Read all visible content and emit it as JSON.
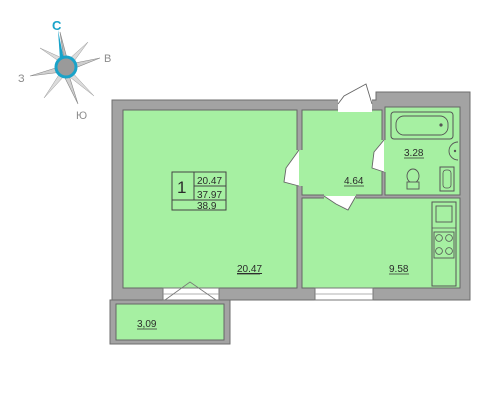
{
  "compass": {
    "north": "С",
    "east": "В",
    "west": "З",
    "south": "Ю",
    "ring_color": "#1aa3c9"
  },
  "apartment": {
    "rooms_count": "1",
    "living_area": "20.47",
    "total_area": "37.97",
    "total_with_balcony": "38.9"
  },
  "rooms": {
    "living_room_area": "20.47",
    "hallway_area": "4.64",
    "bathroom_area": "3.28",
    "kitchen_area": "9.58",
    "balcony_area": "3,09"
  },
  "colors": {
    "room_fill": "#a6f0a2",
    "wall": "#a3a3a3",
    "line": "#555555"
  }
}
